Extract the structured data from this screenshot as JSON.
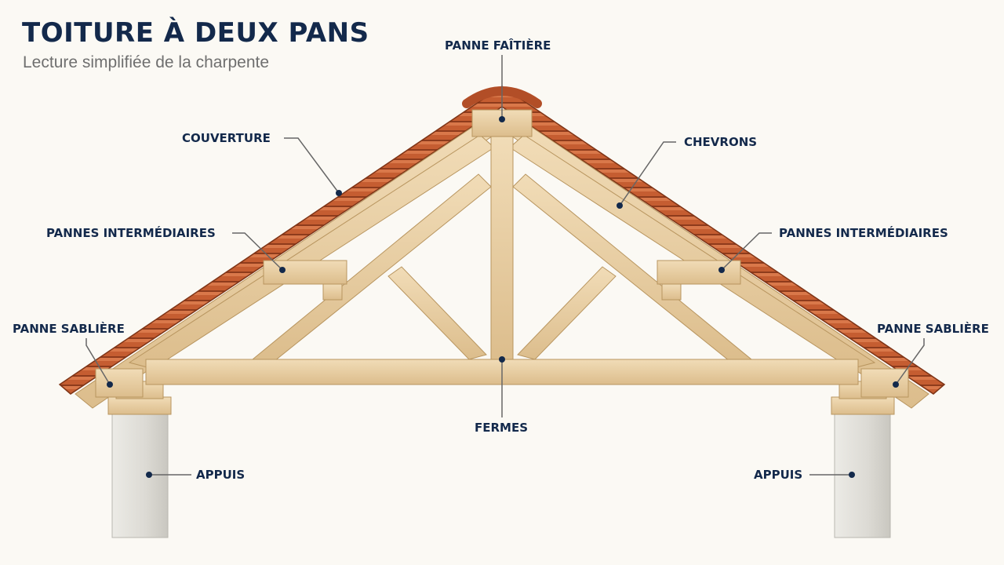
{
  "title": "TOITURE À DEUX PANS",
  "subtitle": "Lecture simplifiée de la charpente",
  "labels": {
    "panne_faitiere": "PANNE FAÎTIÈRE",
    "couverture": "COUVERTURE",
    "chevrons": "CHEVRONS",
    "pannes_intermediaires_left": "PANNES INTERMÉDIAIRES",
    "pannes_intermediaires_right": "PANNES INTERMÉDIAIRES",
    "panne_sabliere_left": "PANNE SABLIÈRE",
    "panne_sabliere_right": "PANNE SABLIÈRE",
    "fermes": "FERMES",
    "appuis_left": "APPUIS",
    "appuis_right": "APPUIS"
  },
  "colors": {
    "title": "#13294b",
    "label": "#13294b",
    "leader": "#666666",
    "wood": "#e9cfa4",
    "wood_edge": "#b8955f",
    "tile": "#c1582e",
    "concrete": "#dedcd6",
    "background": "#fbf9f4"
  }
}
